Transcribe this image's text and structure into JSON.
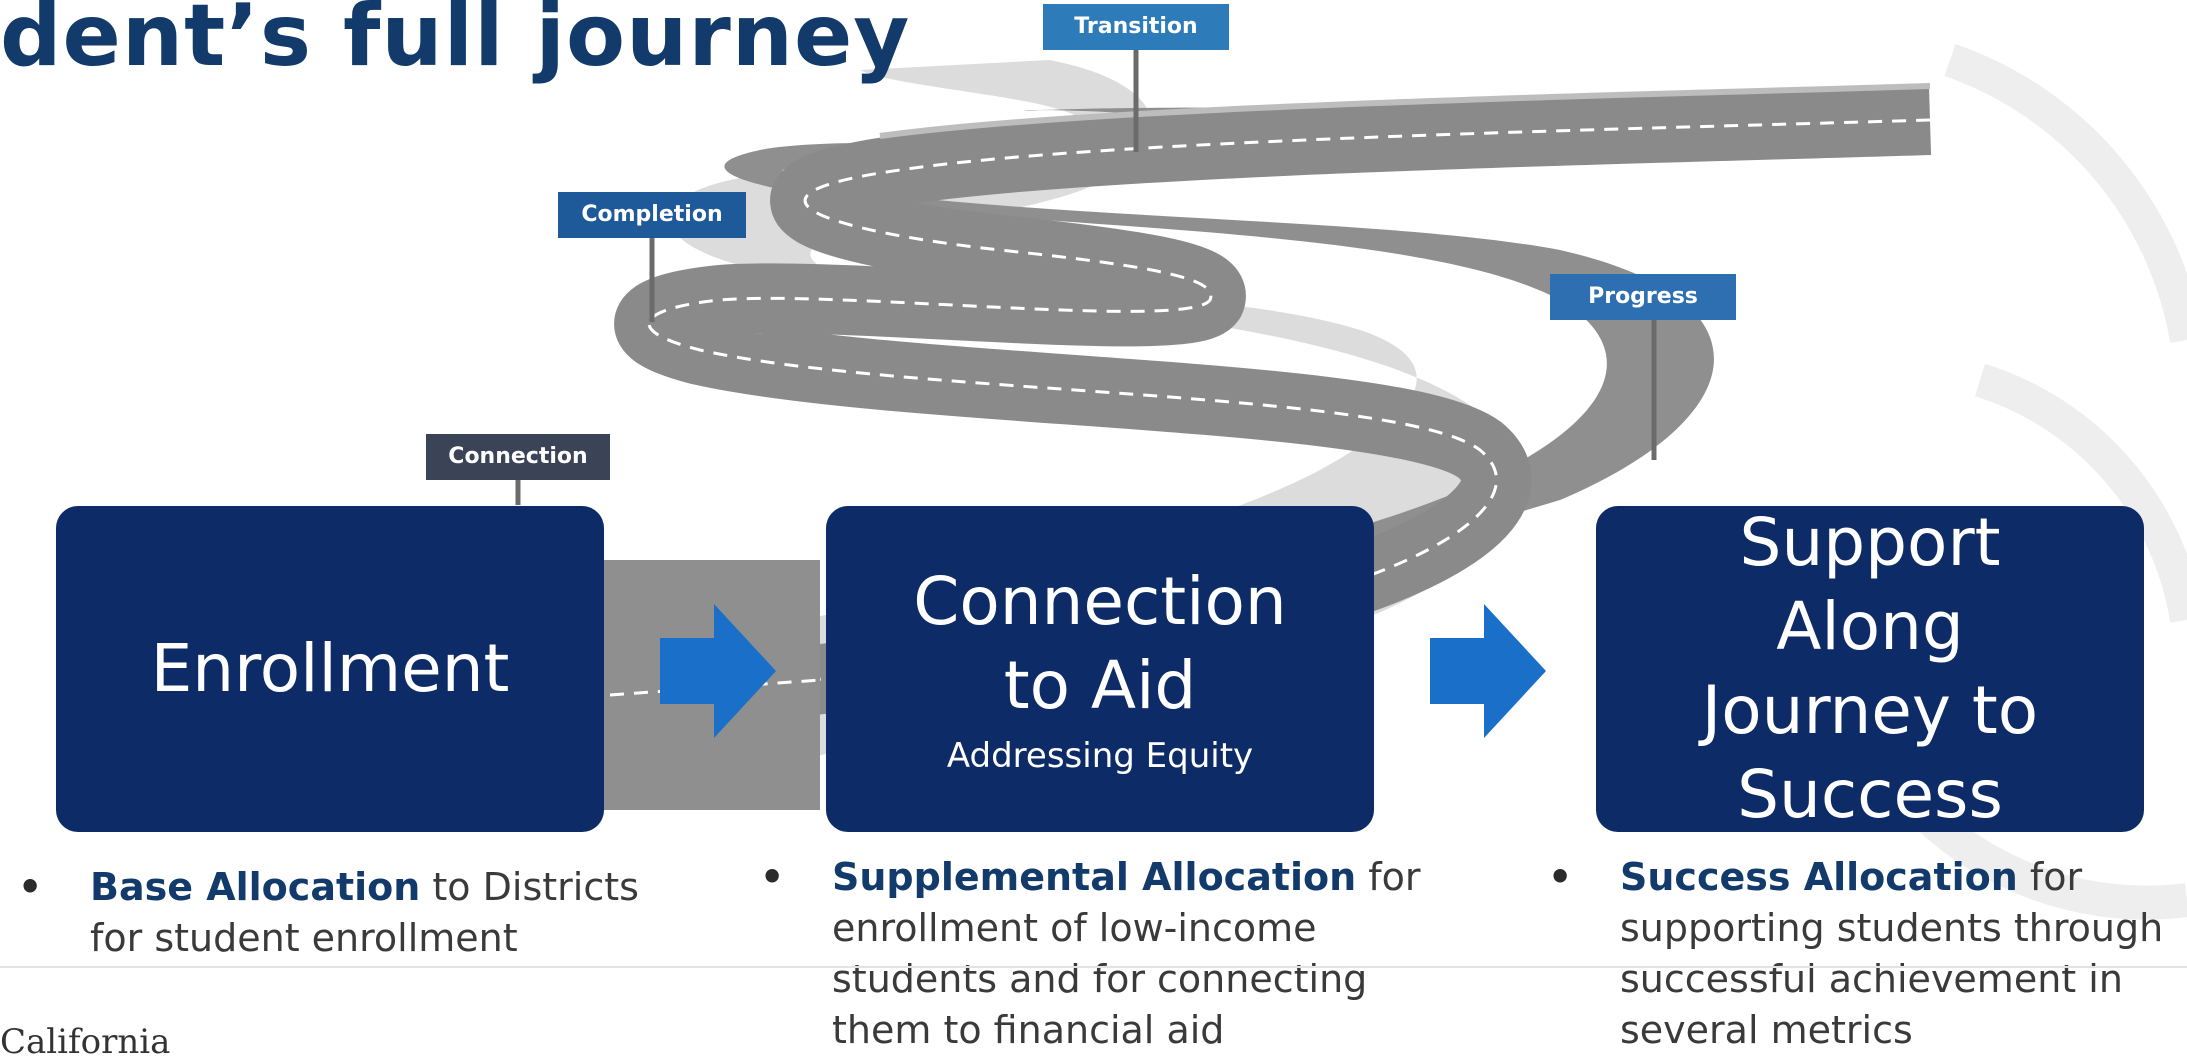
{
  "slide": {
    "title": "dent’s full journey",
    "footer_logo": "California"
  },
  "signs": [
    {
      "label": "Transition",
      "color": "#2d7bb8"
    },
    {
      "label": "Completion",
      "color": "#1e5a9a"
    },
    {
      "label": "Progress",
      "color": "#2d6fb0"
    },
    {
      "label": "Connection",
      "color": "#3a4456"
    }
  ],
  "stages": [
    {
      "title": "Enrollment",
      "subtitle": ""
    },
    {
      "title": "Connection to Aid",
      "subtitle": "Addressing Equity"
    },
    {
      "title": "Support Along Journey to Success",
      "subtitle": ""
    }
  ],
  "allocations": [
    {
      "bold": "Base Allocation",
      "lines": [
        " to Districts",
        "for student enrollment"
      ]
    },
    {
      "bold": "Supplemental Allocation",
      "lines": [
        " for",
        "enrollment of low-income",
        "students and for connecting",
        "them to financial aid"
      ]
    },
    {
      "bold": "Success Allocation",
      "lines": [
        " for",
        "supporting students through",
        "successful achievement in",
        "several metrics"
      ]
    }
  ],
  "colors": {
    "box": "#0d2b66",
    "arrow": "#1a6fc9",
    "road": "#8a8a8a",
    "title": "#123a6b"
  }
}
